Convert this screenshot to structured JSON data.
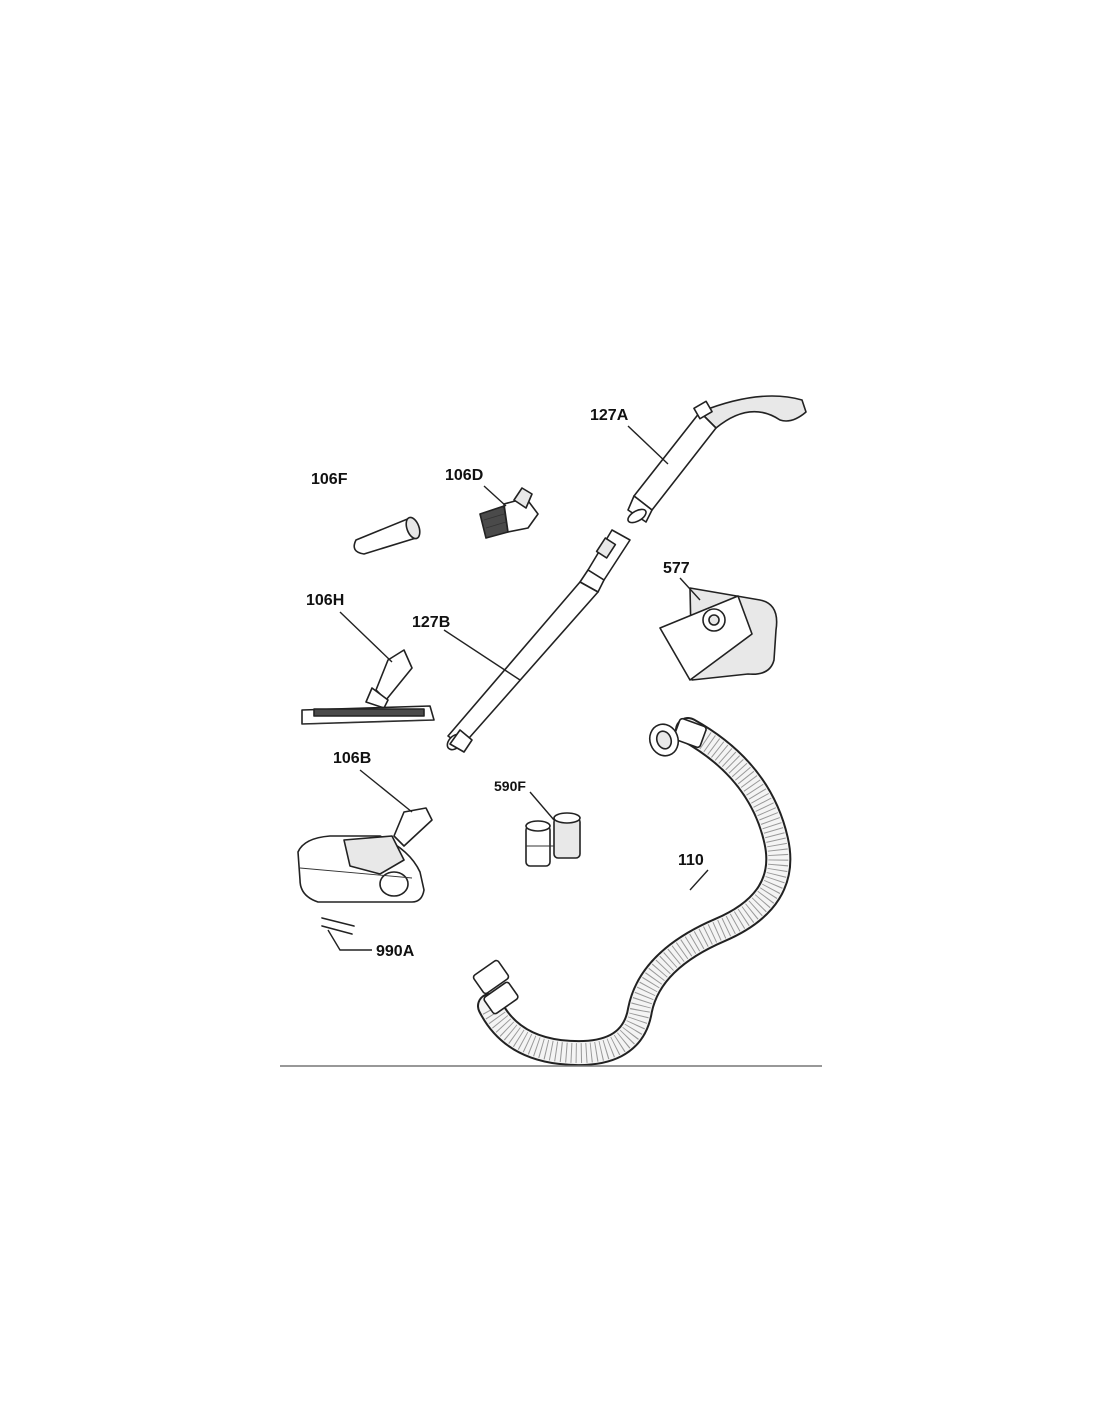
{
  "diagram": {
    "parts": [
      {
        "id": "127A",
        "label": "127A",
        "component": "handle-tube"
      },
      {
        "id": "106F",
        "label": "106F",
        "component": "crevice-nozzle"
      },
      {
        "id": "106D",
        "label": "106D",
        "component": "dusting-brush"
      },
      {
        "id": "577",
        "label": "577",
        "component": "dust-bag"
      },
      {
        "id": "106H",
        "label": "106H",
        "component": "parquet-nozzle"
      },
      {
        "id": "127B",
        "label": "127B",
        "component": "telescopic-tube"
      },
      {
        "id": "106B",
        "label": "106B",
        "component": "floor-nozzle"
      },
      {
        "id": "590F",
        "label": "590F",
        "component": "accessory-clip"
      },
      {
        "id": "110",
        "label": "110",
        "component": "suction-hose"
      },
      {
        "id": "990A",
        "label": "990A",
        "component": "nozzle-strips"
      }
    ],
    "colors": {
      "line": "#222222",
      "fill": "#ffffff",
      "shade": "#e8e8e8",
      "dark": "#4a4a4a"
    }
  }
}
